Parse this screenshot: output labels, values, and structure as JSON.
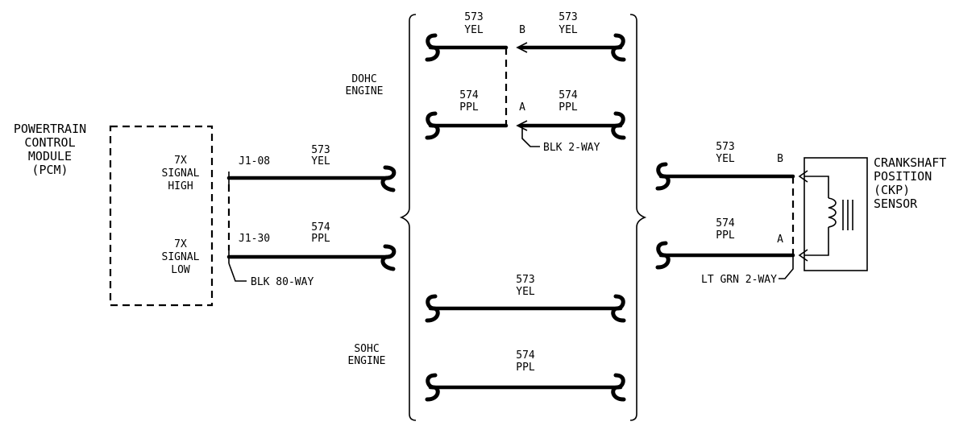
{
  "pcm": {
    "title_lines": [
      "POWERTRAIN",
      "CONTROL",
      "MODULE",
      "(PCM)"
    ],
    "signal_high": [
      "7X",
      "SIGNAL",
      "HIGH"
    ],
    "signal_low": [
      "7X",
      "SIGNAL",
      "LOW"
    ],
    "pin_high": "J1-08",
    "pin_low": "J1-30",
    "connector": "BLK 80-WAY"
  },
  "wires_pcm": [
    {
      "circuit": "573",
      "color": "YEL"
    },
    {
      "circuit": "574",
      "color": "PPL"
    }
  ],
  "ohc": {
    "label": [
      "DOHC",
      "ENGINE"
    ],
    "wires_left": [
      {
        "circuit": "573",
        "color": "YEL"
      },
      {
        "circuit": "574",
        "color": "PPL"
      }
    ],
    "wires_right": [
      {
        "circuit": "573",
        "color": "YEL",
        "pin": "B"
      },
      {
        "circuit": "574",
        "color": "PPL",
        "pin": "A"
      }
    ],
    "connector": "BLK 2-WAY"
  },
  "sohc": {
    "label": [
      "SOHC",
      "ENGINE"
    ],
    "wires": [
      {
        "circuit": "573",
        "color": "YEL"
      },
      {
        "circuit": "574",
        "color": "PPL"
      }
    ]
  },
  "sensor": {
    "title_lines": [
      "CRANKSHAFT",
      "POSITION",
      "(CKP)",
      "SENSOR"
    ],
    "wires": [
      {
        "circuit": "573",
        "color": "YEL",
        "pin": "B"
      },
      {
        "circuit": "574",
        "color": "PPL",
        "pin": "A"
      }
    ],
    "connector": "LT GRN 2-WAY"
  }
}
